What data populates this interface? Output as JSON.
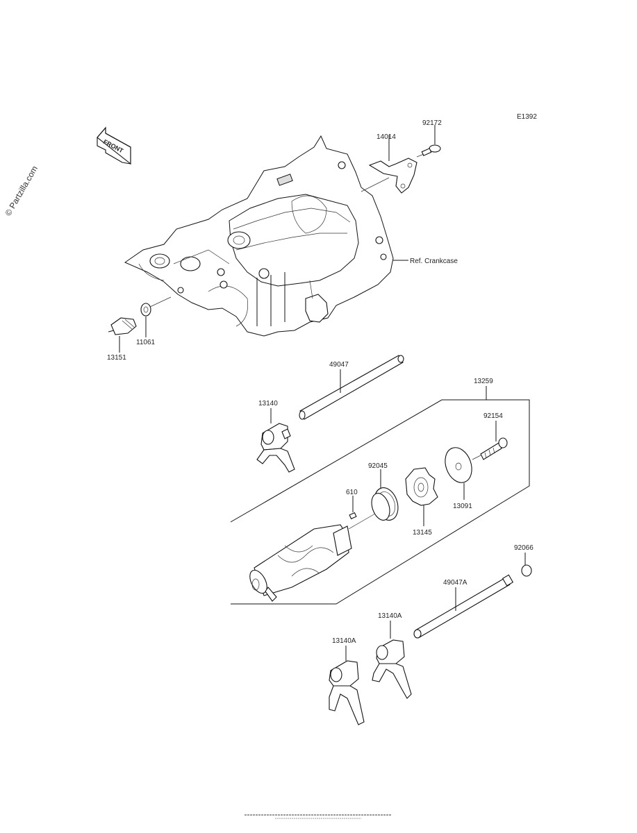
{
  "diagram_code": "E1392",
  "watermark": "© Partzilla.com",
  "front_label": "FRONT",
  "ref_label": "Ref. Crankcase",
  "parts": {
    "p92172": "92172",
    "p14014": "14014",
    "p13151": "13151",
    "p11061": "11061",
    "p49047": "49047",
    "p13259": "13259",
    "p13140": "13140",
    "p92154": "92154",
    "p92045": "92045",
    "p610": "610",
    "p13091": "13091",
    "p13145": "13145",
    "p92066": "92066",
    "p49047A": "49047A",
    "p13140A_upper": "13140A",
    "p13140A_lower": "13140A"
  }
}
